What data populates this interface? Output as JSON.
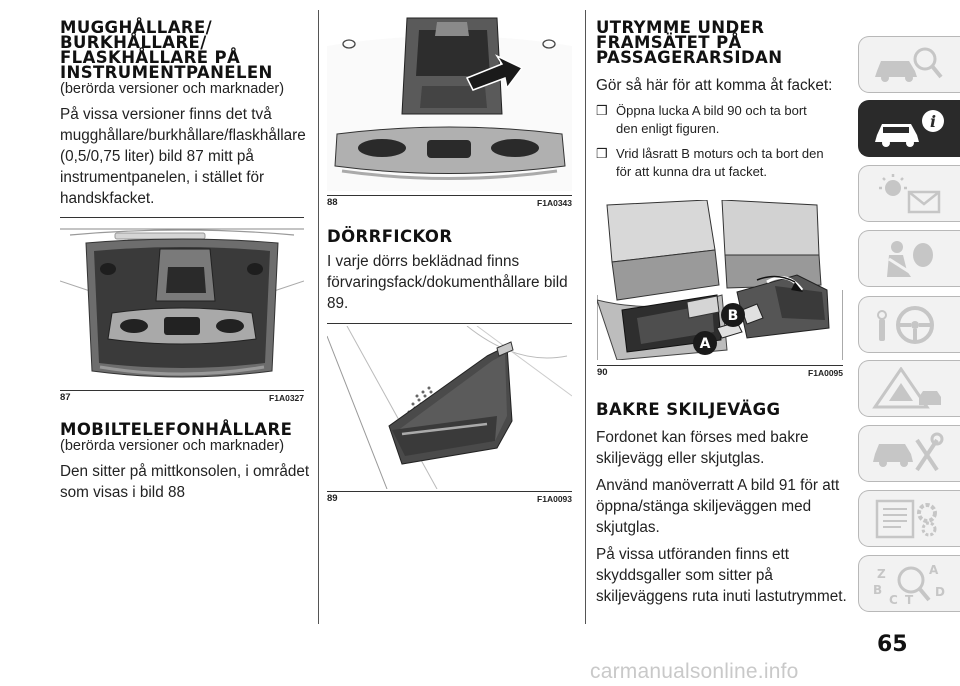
{
  "col1": {
    "heading1_lines": [
      "MUGGHÅLLARE/",
      "BURKHÅLLARE/",
      "FLASKHÅLLARE PÅ",
      "INSTRUMENTPANELEN"
    ],
    "heading1_sub": "(berörda versioner och marknader)",
    "para1_lines": [
      "På vissa versioner finns det två",
      "mugghållare/burkhållare/flaskhållare",
      "(0,5/0,75 liter) bild 87 mitt på",
      "instrumentpanelen, i stället för",
      "handskfacket."
    ],
    "fig87": {
      "num": "87",
      "code": "F1A0327"
    },
    "heading2": "MOBILTELEFONHÅLLARE",
    "heading2_sub": "(berörda versioner och marknader)",
    "para2_lines": [
      "Den sitter på mittkonsolen, i området",
      "som visas i bild 88"
    ]
  },
  "col2": {
    "fig88": {
      "num": "88",
      "code": "F1A0343"
    },
    "heading": "DÖRRFICKOR",
    "para_lines": [
      "I varje dörrs beklädnad finns",
      "förvaringsfack/dokumenthållare bild",
      "89."
    ],
    "fig89": {
      "num": "89",
      "code": "F1A0093"
    }
  },
  "col3": {
    "heading_lines": [
      "UTRYMME UNDER",
      "FRAMSÄTET PÅ",
      "PASSAGERARSIDAN"
    ],
    "intro": "Gör så här för att komma åt facket:",
    "bullet_mark": "❒",
    "bullets": [
      [
        "Öppna lucka A bild 90 och ta bort",
        "den enligt figuren."
      ],
      [
        "Vrid låsratt B moturs och ta bort den",
        "för att kunna dra ut facket."
      ]
    ],
    "fig90": {
      "num": "90",
      "code": "F1A0095",
      "label_a": "A",
      "label_b": "B"
    },
    "heading2": "BAKRE SKILJEVÄGG",
    "para1_lines": [
      "Fordonet kan förses med bakre",
      "skiljevägg eller skjutglas."
    ],
    "para2_lines": [
      "Använd manöverratt A bild 91 för att",
      "öppna/stänga skiljeväggen med",
      "skjutglas."
    ],
    "para3_lines": [
      "På vissa utföranden finns ett",
      "skyddsgaller som sitter på",
      "skiljeväggens ruta inuti lastutrymmet."
    ]
  },
  "sidebar": {
    "tabs": [
      {
        "name": "vehicle-search-icon"
      },
      {
        "name": "vehicle-info-icon",
        "active": true,
        "label": "i"
      },
      {
        "name": "warning-lights-icon"
      },
      {
        "name": "safety-airbag-icon"
      },
      {
        "name": "steering-wheel-icon"
      },
      {
        "name": "emergency-triangle-icon"
      },
      {
        "name": "maintenance-icon"
      },
      {
        "name": "technical-data-icon"
      },
      {
        "name": "alphabetical-index-icon",
        "letters": [
          "Z",
          "A",
          "B",
          "C",
          "T",
          "D"
        ]
      }
    ]
  },
  "page_number": "65",
  "watermark": "carmanualsonline.info"
}
